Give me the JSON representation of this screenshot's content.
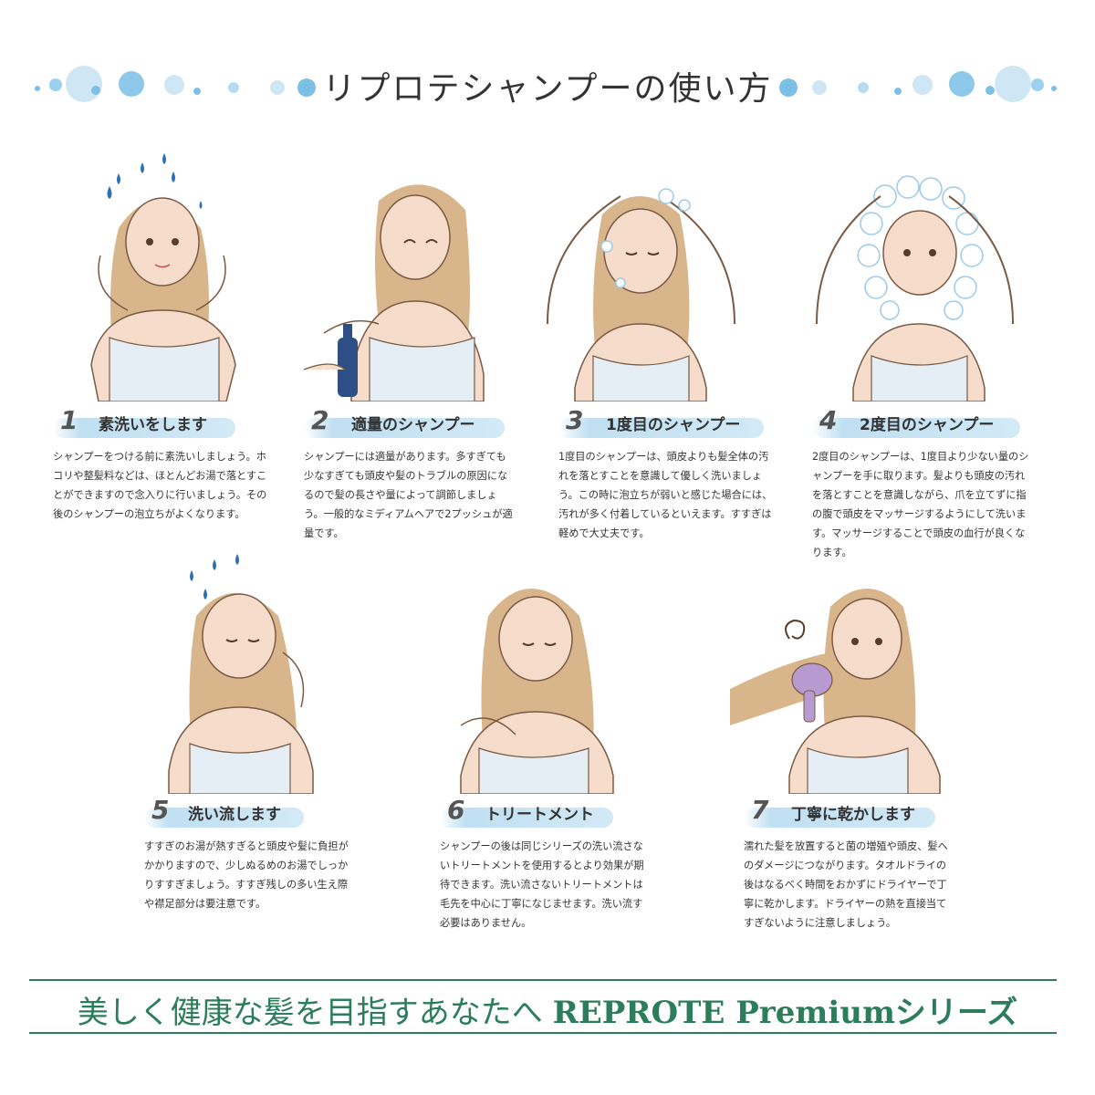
{
  "page": {
    "title": "リプロテシャンプーの使い方"
  },
  "colors": {
    "accent_blue": "#7cc0e6",
    "light_blue": "#cfe7f5",
    "footer_green": "#2c7d5b",
    "skin": "#f6dccb",
    "hair": "#d9b58c"
  },
  "steps": [
    {
      "number": "1",
      "title": "素洗いをします",
      "desc": "シャンプーをつける前に素洗いしましょう。ホコリや整髪料などは、ほとんどお湯で落とすことができますので念入りに行いましょう。その後のシャンプーの泡立ちがよくなります。",
      "illustration": "woman-wetting-hair-icon"
    },
    {
      "number": "2",
      "title": "適量のシャンプー",
      "desc": "シャンプーには適量があります。多すぎても少なすぎても頭皮や髪のトラブルの原因になるので髪の長さや量によって調節しましょう。一般的なミディアムヘアで2プッシュが適量です。",
      "illustration": "woman-pumping-shampoo-icon"
    },
    {
      "number": "3",
      "title": "1度目のシャンプー",
      "desc": "1度目のシャンプーは、頭皮よりも髪全体の汚れを落とすことを意識して優しく洗いましょう。この時に泡立ちが弱いと感じた場合には、汚れが多く付着しているといえます。すすぎは軽めで大丈夫です。",
      "illustration": "woman-first-shampoo-icon"
    },
    {
      "number": "4",
      "title": "2度目のシャンプー",
      "desc": "2度目のシャンプーは、1度目より少ない量のシャンプーを手に取ります。髪よりも頭皮の汚れを落とすことを意識しながら、爪を立てずに指の腹で頭皮をマッサージするようにして洗います。マッサージすることで頭皮の血行が良くなります。",
      "illustration": "woman-second-shampoo-icon"
    },
    {
      "number": "5",
      "title": "洗い流します",
      "desc": "すすぎのお湯が熱すぎると頭皮や髪に負担がかかりますので、少しぬるめのお湯でしっかりすすぎましょう。すすぎ残しの多い生え際や襟足部分は要注意です。",
      "illustration": "woman-rinsing-icon"
    },
    {
      "number": "6",
      "title": "トリートメント",
      "desc": "シャンプーの後は同じシリーズの洗い流さないトリートメントを使用するとより効果が期待できます。洗い流さないトリートメントは毛先を中心に丁寧になじませます。洗い流す必要はありません。",
      "illustration": "woman-treatment-icon"
    },
    {
      "number": "7",
      "title": "丁寧に乾かします",
      "desc": "濡れた髪を放置すると菌の増殖や頭皮、髪へのダメージにつながります。タオルドライの後はなるべく時間をおかずにドライヤーで丁寧に乾かします。ドライヤーの熱を直接当てすぎないように注意しましょう。",
      "illustration": "woman-drying-hair-icon"
    }
  ],
  "footer": {
    "tagline": "美しく健康な髪を目指すあなたへ",
    "brand": "REPROTE Premiumシリーズ"
  }
}
